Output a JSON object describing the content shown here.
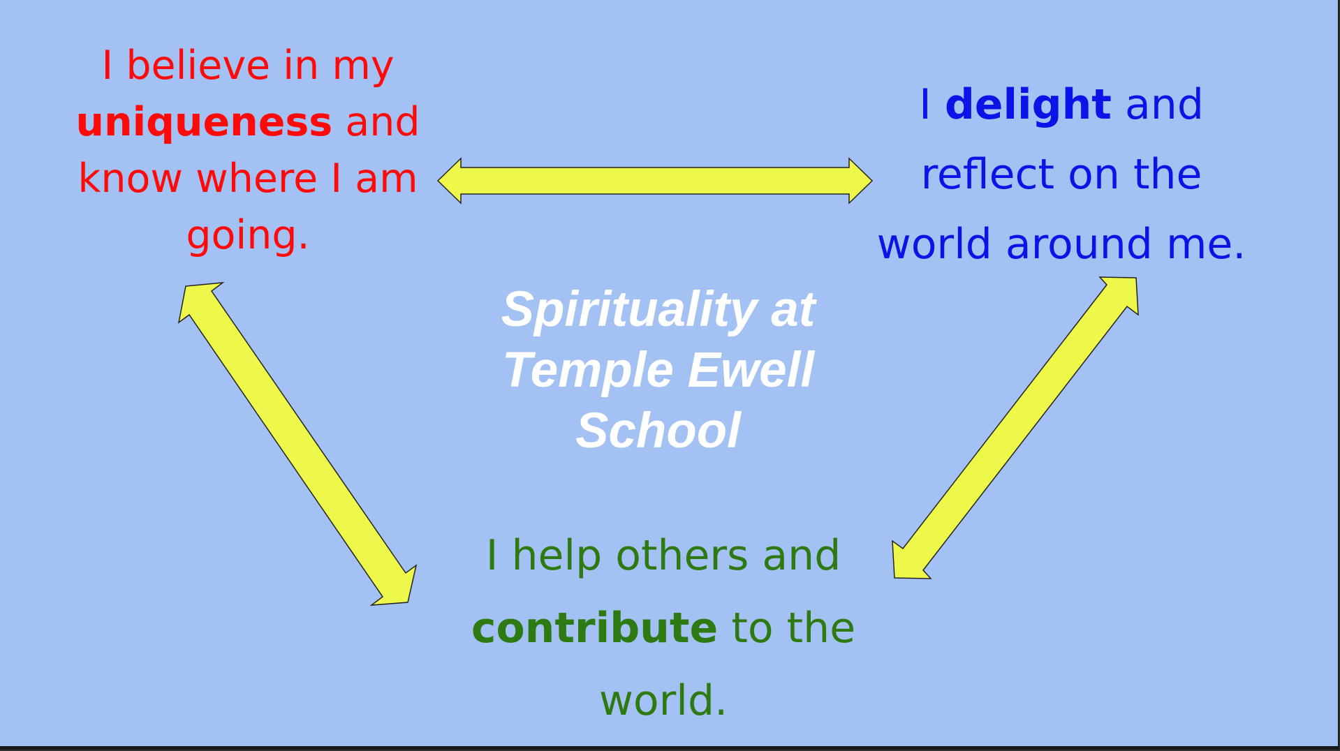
{
  "slide": {
    "background": "#a3c1f2",
    "arrow_color": "#eef84a",
    "center_title": {
      "line1": "Spirituality at",
      "line2": "Temple Ewell",
      "line3": "School",
      "color": "#ffffff"
    },
    "nodes": {
      "top_left": {
        "color": "#ff0a0a",
        "line1": "I believe in my",
        "line2_bold": "uniqueness",
        "line2_rest": " and",
        "line3": "know where I am",
        "line4": "going."
      },
      "top_right": {
        "color": "#0a14e6",
        "line1_pre": "I ",
        "line1_bold": "delight",
        "line1_rest": " and",
        "line2": "reflect on the",
        "line3": "world around me."
      },
      "bottom": {
        "color": "#2e7a12",
        "line1": "I help others and",
        "line2_bold": "contribute",
        "line2_rest": " to the",
        "line3": "world."
      }
    },
    "arrows": [
      {
        "from": "top_left",
        "to": "top_right",
        "type": "double-headed"
      },
      {
        "from": "top_left",
        "to": "bottom",
        "type": "double-headed"
      },
      {
        "from": "top_right",
        "to": "bottom",
        "type": "double-headed"
      }
    ]
  }
}
